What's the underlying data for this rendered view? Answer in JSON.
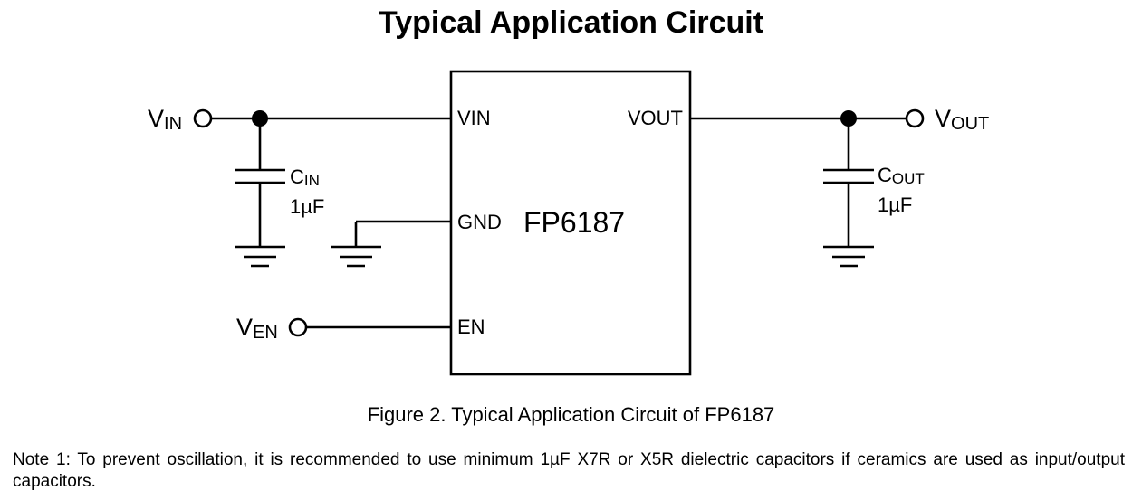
{
  "title": "Typical Application Circuit",
  "chip": {
    "name": "FP6187",
    "pins": {
      "vin": "VIN",
      "vout": "VOUT",
      "gnd": "GND",
      "en": "EN"
    }
  },
  "nodes": {
    "vin": {
      "main": "V",
      "sub": "IN"
    },
    "vout": {
      "main": "V",
      "sub": "OUT"
    },
    "ven": {
      "main": "V",
      "sub": "EN"
    }
  },
  "capacitors": {
    "cin": {
      "main": "C",
      "sub": "IN",
      "value": "1µF"
    },
    "cout": {
      "main": "C",
      "sub": "OUT",
      "value": "1µF"
    }
  },
  "caption": "Figure 2. Typical Application Circuit of FP6187",
  "note": "Note 1: To prevent oscillation, it is recommended to use minimum 1µF X7R or X5R dielectric capacitors if ceramics are used as input/output capacitors."
}
